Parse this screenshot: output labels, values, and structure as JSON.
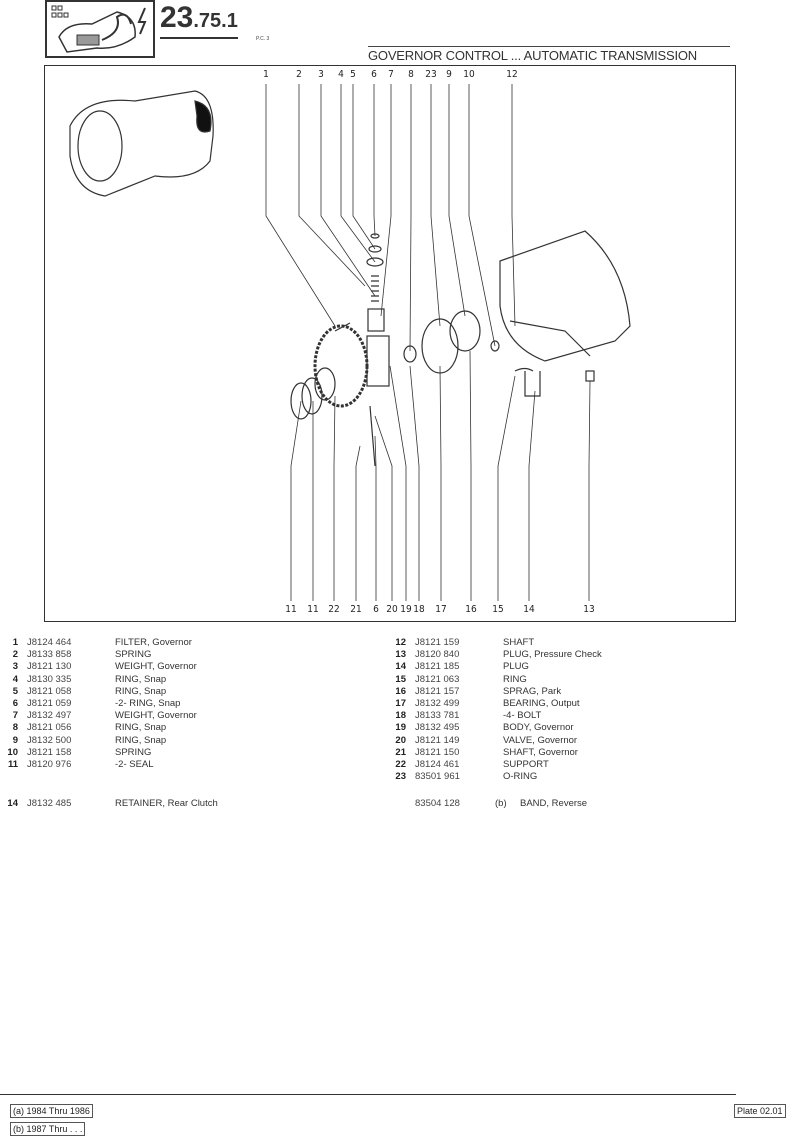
{
  "header": {
    "code_main": "23",
    "code_sub": ".75.",
    "code_idx": "1",
    "pc": "P.C. 3",
    "section_title": "GOVERNOR CONTROL ... AUTOMATIC TRANSMISSION",
    "logo_icon": "electrical-harness-icon"
  },
  "diagram": {
    "top_callouts": [
      "1",
      "2",
      "3",
      "4",
      "5",
      "6",
      "7",
      "8",
      "23",
      "9",
      "10",
      "12"
    ],
    "bottom_callouts": [
      "11",
      "11",
      "22",
      "21",
      "6",
      "20",
      "19",
      "18",
      "17",
      "16",
      "15",
      "14",
      "13"
    ]
  },
  "parts_left": [
    {
      "num": "1",
      "pn": "J8124 464",
      "desc": "FILTER, Governor"
    },
    {
      "num": "2",
      "pn": "J8133 858",
      "desc": "SPRING"
    },
    {
      "num": "3",
      "pn": "J8121 130",
      "desc": "WEIGHT, Governor"
    },
    {
      "num": "4",
      "pn": "J8130 335",
      "desc": "RING, Snap"
    },
    {
      "num": "5",
      "pn": "J8121 058",
      "desc": "RING, Snap"
    },
    {
      "num": "6",
      "pn": "J8121 059",
      "desc": "-2- RING, Snap"
    },
    {
      "num": "7",
      "pn": "J8132 497",
      "desc": "WEIGHT, Governor"
    },
    {
      "num": "8",
      "pn": "J8121 056",
      "desc": "RING, Snap"
    },
    {
      "num": "9",
      "pn": "J8132 500",
      "desc": "RING, Snap"
    },
    {
      "num": "10",
      "pn": "J8121 158",
      "desc": "SPRING"
    },
    {
      "num": "11",
      "pn": "J8120 976",
      "desc": "-2- SEAL"
    }
  ],
  "parts_right": [
    {
      "num": "12",
      "pn": "J8121 159",
      "desc": "SHAFT"
    },
    {
      "num": "13",
      "pn": "J8120 840",
      "desc": "PLUG, Pressure Check"
    },
    {
      "num": "14",
      "pn": "J8121 185",
      "desc": "PLUG"
    },
    {
      "num": "15",
      "pn": "J8121 063",
      "desc": "RING"
    },
    {
      "num": "16",
      "pn": "J8121 157",
      "desc": "SPRAG, Park"
    },
    {
      "num": "17",
      "pn": "J8132 499",
      "desc": "BEARING, Output"
    },
    {
      "num": "18",
      "pn": "J8133 781",
      "desc": "-4- BOLT"
    },
    {
      "num": "19",
      "pn": "J8132 495",
      "desc": "BODY, Governor"
    },
    {
      "num": "20",
      "pn": "J8121 149",
      "desc": "VALVE, Governor"
    },
    {
      "num": "21",
      "pn": "J8121 150",
      "desc": "SHAFT, Governor"
    },
    {
      "num": "22",
      "pn": "J8124 461",
      "desc": "SUPPORT"
    },
    {
      "num": "23",
      "pn": "83501 961",
      "desc": "O-RING"
    }
  ],
  "extra_left": {
    "num": "14",
    "pn": "J8132 485",
    "desc": "RETAINER, Rear Clutch"
  },
  "extra_right": {
    "pn": "83504 128",
    "note": "(b)",
    "desc": "BAND, Reverse"
  },
  "footer": {
    "note_a": "(a) 1984 Thru 1986",
    "note_b": "(b) 1987 Thru . . .",
    "plate": "Plate 02.01"
  }
}
